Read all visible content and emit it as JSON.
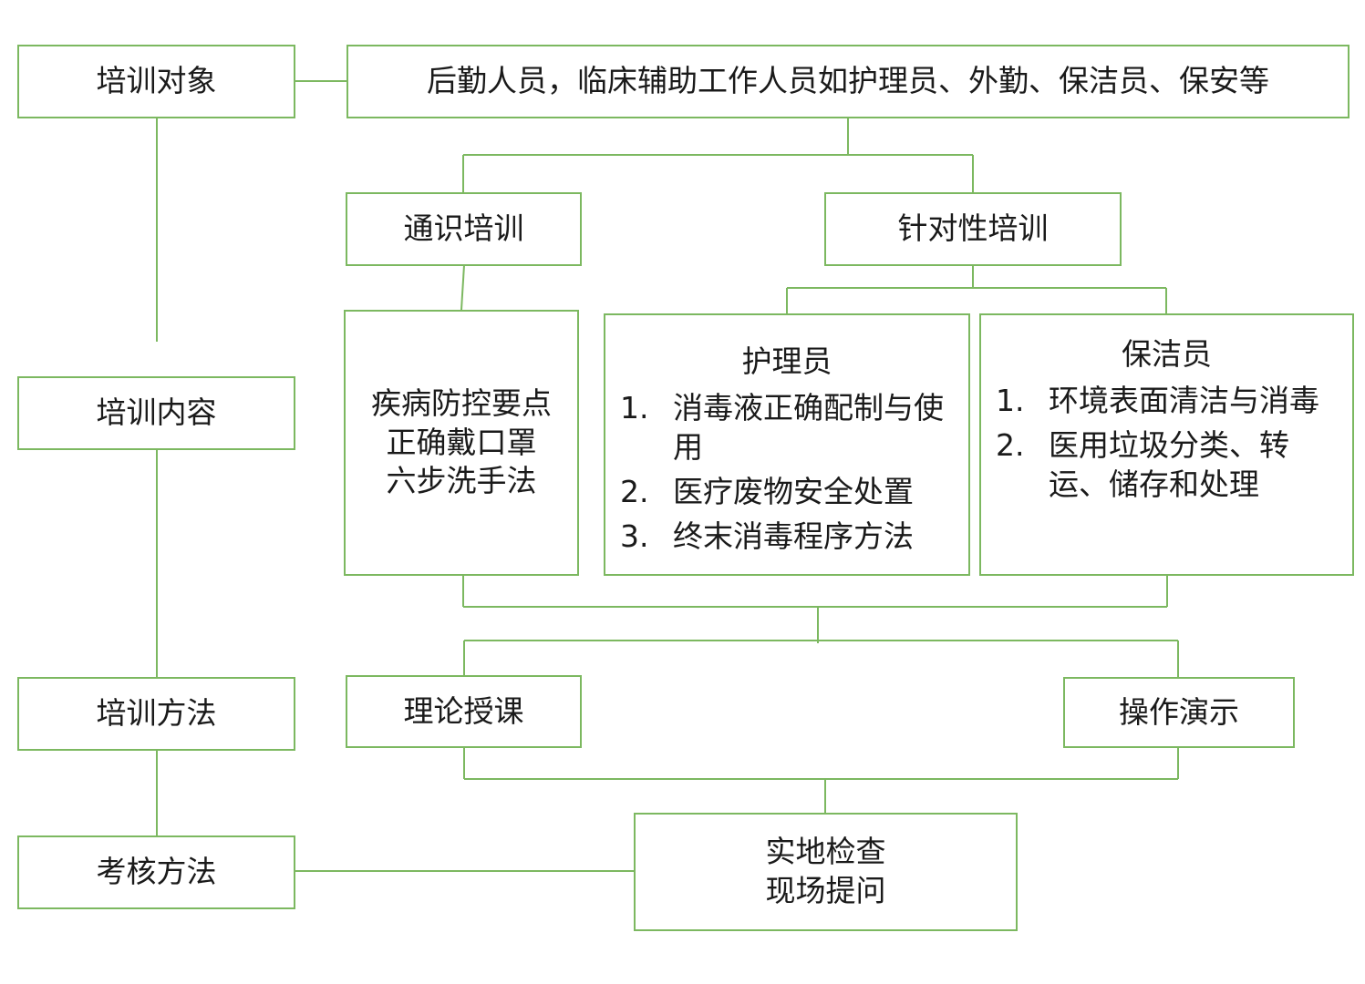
{
  "rows": {
    "target": "培训对象",
    "content": "培训内容",
    "method": "培训方法",
    "assessment": "考核方法"
  },
  "target_desc": "后勤人员，临床辅助工作人员如护理员、外勤、保洁员、保安等",
  "general_training": {
    "title": "通识培训",
    "items": [
      "疾病防控要点",
      "正确戴口罩",
      "六步洗手法"
    ]
  },
  "targeted_training": "针对性培训",
  "caregiver": {
    "title": "护理员",
    "items": [
      {
        "num": "1.",
        "text": "消毒液正确配制与使用"
      },
      {
        "num": "2.",
        "text": "医疗废物安全处置"
      },
      {
        "num": "3.",
        "text": "终末消毒程序方法"
      }
    ]
  },
  "cleaner": {
    "title": "保洁员",
    "items": [
      {
        "num": "1.",
        "text": "环境表面清洁与消毒"
      },
      {
        "num": "2.",
        "text": "医用垃圾分类、转运、储存和处理"
      }
    ]
  },
  "methods": {
    "theory": "理论授课",
    "demo": "操作演示"
  },
  "assessment_items": [
    "实地检查",
    "现场提问"
  ],
  "colors": {
    "border": "#7cb860",
    "text": "#1a1a1a"
  }
}
